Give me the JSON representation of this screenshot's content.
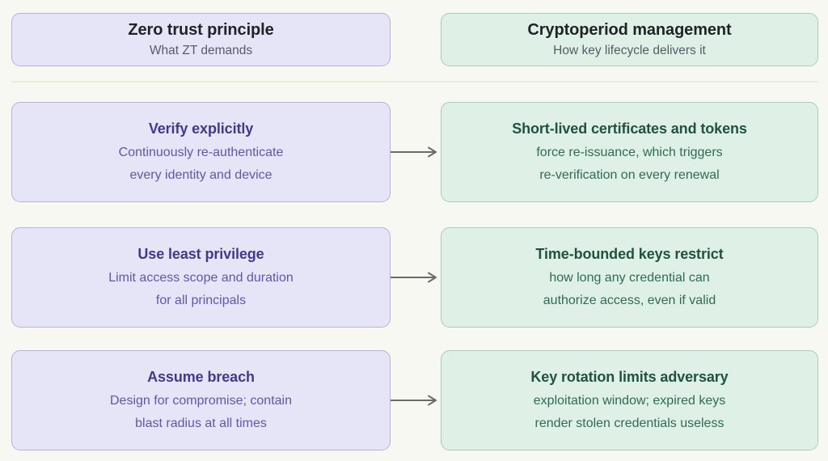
{
  "header": {
    "left": {
      "title": "Zero trust principle",
      "subtitle": "What ZT demands"
    },
    "right": {
      "title": "Cryptoperiod management",
      "subtitle": "How key lifecycle delivers it"
    }
  },
  "rows": [
    {
      "left": {
        "title": "Verify explicitly",
        "line1": "Continuously re-authenticate",
        "line2": "every identity and device"
      },
      "connector": "arrow-right",
      "right": {
        "title": "Short-lived certificates and tokens",
        "line1": "force re-issuance, which triggers",
        "line2": "re-verification on every renewal"
      }
    },
    {
      "left": {
        "title": "Use least privilege",
        "line1": "Limit access scope and duration",
        "line2": "for all principals"
      },
      "connector": "arrow-right",
      "right": {
        "title": "Time-bounded keys restrict",
        "line1": "how long any credential can",
        "line2": "authorize access, even if valid"
      }
    },
    {
      "left": {
        "title": "Assume breach",
        "line1": "Design for compromise; contain",
        "line2": "blast radius at all times"
      },
      "connector": "arrow-right",
      "right": {
        "title": "Key rotation limits adversary",
        "line1": "exploitation window; expired keys",
        "line2": "render stolen credentials useless"
      }
    }
  ],
  "colors": {
    "background": "#f8f8f3",
    "left_card_fill": "#e6e4f7",
    "left_card_border": "#b7b2da",
    "left_title": "#413a8c",
    "left_body": "#5f57ac",
    "right_card_fill": "#dff0e6",
    "right_card_border": "#a9ccb9",
    "right_title": "#205242",
    "right_body": "#2f6b55",
    "header_title": "#1f2328",
    "header_subtitle": "#555d66",
    "divider": "#eceade",
    "arrow": "#6b6b6b"
  }
}
